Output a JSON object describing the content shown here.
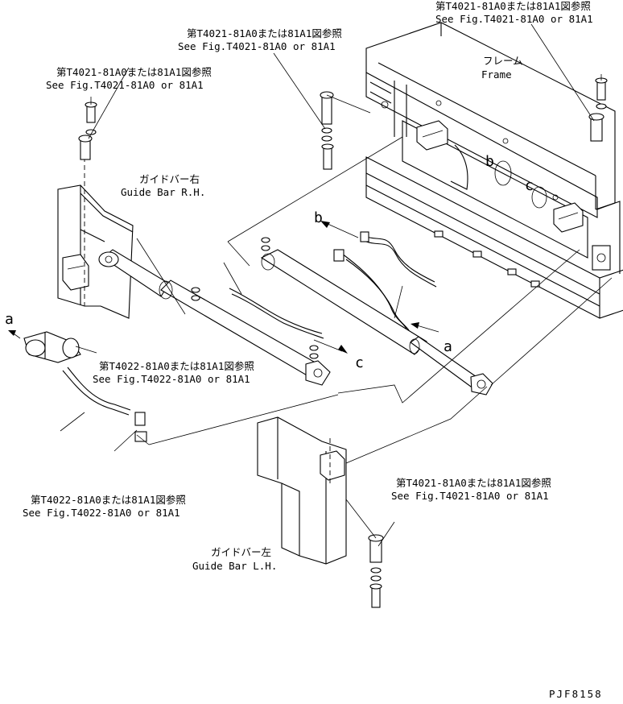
{
  "labels": {
    "ref_top_right_jp": "第T4021-81A0または81A1図参照",
    "ref_top_right_en": "See Fig.T4021-81A0 or 81A1",
    "ref_top_center_jp": "第T4021-81A0または81A1図参照",
    "ref_top_center_en": "See Fig.T4021-81A0 or 81A1",
    "ref_top_left_jp": "第T4021-81A0または81A1図参照",
    "ref_top_left_en": "See Fig.T4021-81A0 or 81A1",
    "frame_jp": "フレーム",
    "frame_en": "Frame",
    "guide_rh_jp": "ガイドバー右",
    "guide_rh_en": "Guide Bar R.H.",
    "ref_mid_jp": "第T4022-81A0または81A1図参照",
    "ref_mid_en": "See Fig.T4022-81A0 or 81A1",
    "ref_bot_left_jp": "第T4022-81A0または81A1図参照",
    "ref_bot_left_en": "See Fig.T4022-81A0 or 81A1",
    "ref_bot_right_jp": "第T4021-81A0または81A1図参照",
    "ref_bot_right_en": "See Fig.T4021-81A0 or 81A1",
    "guide_lh_jp": "ガイドバー左",
    "guide_lh_en": "Guide Bar L.H.",
    "letter_a_left": "a",
    "letter_a_right": "a",
    "letter_b_arrow": "b",
    "letter_b_frame": "b",
    "letter_c_arrow": "c",
    "letter_c_frame": "c",
    "drawing_code": "PJF8158"
  }
}
